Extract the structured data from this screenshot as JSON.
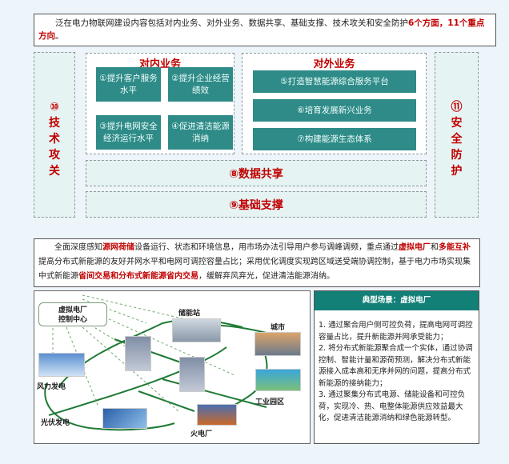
{
  "intro": {
    "text": "泛在电力物联网建设内容包括对内业务、对外业务、数据共享、基础支撑、技术攻关和安全防护",
    "highlight": "6个方面，11个重点方向",
    "end": "。"
  },
  "left_col": {
    "num": "⑩",
    "chars": [
      "技",
      "术",
      "攻",
      "关"
    ]
  },
  "right_col": {
    "num": "⑪",
    "chars": [
      "安",
      "全",
      "防",
      "护"
    ]
  },
  "internal": {
    "title": "对内业务",
    "items": [
      "①提升客户服务水平",
      "②提升企业经营绩效",
      "③提升电网安全经济运行水平",
      "④促进清洁能源消纳"
    ]
  },
  "external": {
    "title": "对外业务",
    "items": [
      "⑤打造智慧能源综合服务平台",
      "⑥培育发展新兴业务",
      "⑦构建能源生态体系"
    ]
  },
  "data_sharing": "⑧数据共享",
  "foundation": "⑨基础支撑",
  "para": {
    "p1": "全面深度感知",
    "h1": "源网荷储",
    "p2": "设备运行、状态和环境信息，用市场办法引导用户参与调峰调频，重点通过",
    "h2": "虚拟电厂",
    "p3": "和",
    "h3": "多能互补",
    "p4": "提高分布式新能源的友好并网水平和电网可调控容量占比；采用优化调度实现跨区域送受端协调控制，基于电力市场实现集中式新能源",
    "h4": "省间交易和分布式新能源省内交易",
    "p5": "，缓解弃风弃光，促进清洁能源消纳。"
  },
  "diagram": {
    "control_center": [
      "虚拟电厂",
      "控制中心"
    ],
    "storage": "储能站",
    "city": "城市",
    "wind": "风力发电",
    "solar": "光伏发电",
    "thermal": "火电厂",
    "industrial": "工业园区"
  },
  "scenario": {
    "title": "典型场景：虚拟电厂",
    "items": [
      "1. 通过聚合用户侧可控负荷，提高电网可调控容量占比，提升新能源并网承受能力；",
      "2. 将分布式新能源聚合成一个实体，通过协调控制、智能计量和源荷预测，解决分布式新能源接入成本高和无序并网的问题，提高分布式新能源的接纳能力；",
      "3. 通过聚集分布式电源、储能设备和可控负荷，实现冷、热、电整体能源供应效益最大化，促进清洁能源消纳和绿色能源转型。"
    ]
  }
}
